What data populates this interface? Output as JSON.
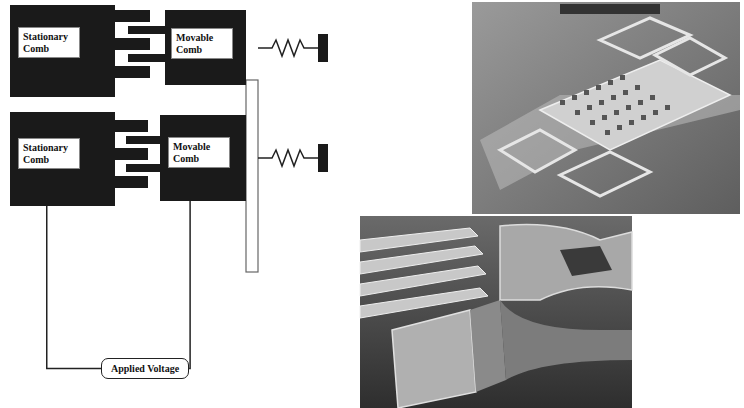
{
  "diagram": {
    "nodes": [
      {
        "text": [
          "Stationary Comb"
        ]
      },
      {
        "text": [
          "Movable Comb"
        ]
      },
      {
        "text": [
          "Stationary Comb"
        ]
      },
      {
        "text": [
          "Movable Comb"
        ]
      },
      {
        "text": [
          "Applied Voltage"
        ]
      }
    ],
    "edges": [
      {
        "from": 2,
        "to": 4,
        "arrow": "none"
      },
      {
        "from": 3,
        "to": 4,
        "arrow": "none"
      }
    ]
  }
}
